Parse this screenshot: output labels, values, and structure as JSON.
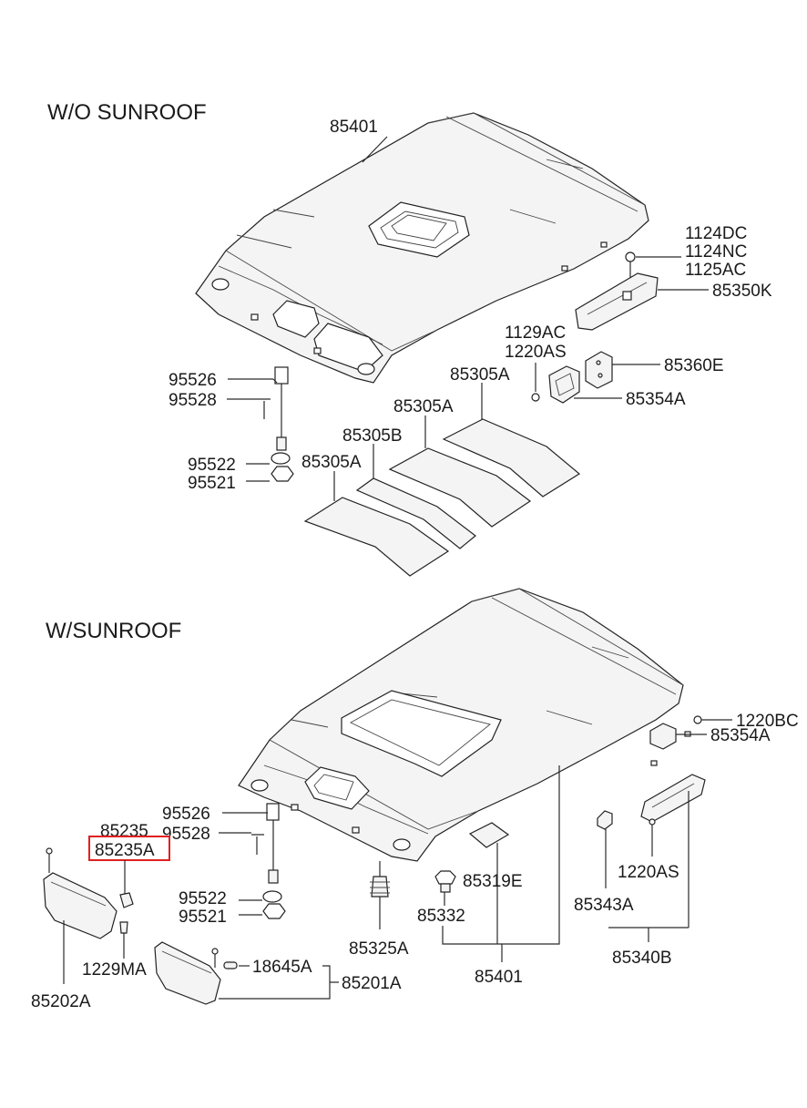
{
  "sections": {
    "wo_sunroof": "W/O SUNROOF",
    "w_sunroof": "W/SUNROOF"
  },
  "top": {
    "headlining": "85401",
    "bolt1": "1124DC",
    "bolt2": "1124NC",
    "bolt3": "1125AC",
    "bracket": "85350K",
    "screw1": "1129AC",
    "screw2": "1220AS",
    "holder_e": "85360E",
    "holder_a": "85354A",
    "pad_a1": "85305A",
    "pad_a2": "85305A",
    "pad_b": "85305B",
    "pad_a3": "85305A",
    "lamp_26": "95526",
    "lamp_28": "95528",
    "lamp_22": "95522",
    "lamp_21": "95521"
  },
  "bottom": {
    "bolt_bc": "1220BC",
    "holder_a": "85354A",
    "lamp_26": "95526",
    "holder_235": "85235",
    "lamp_28": "95528",
    "holder_235a": "85235A",
    "lamp_22": "95522",
    "lamp_21": "95521",
    "screw_ma": "1229MA",
    "visor_left": "85202A",
    "clip_325a": "85325A",
    "pad_319e": "85319E",
    "clip_332": "85332",
    "headlining": "85401",
    "screw_as": "1220AS",
    "cap_343a": "85343A",
    "handle_340b": "85340B",
    "bulb": "18645A",
    "visor_right": "85201A"
  },
  "highlight_color": "#e02020"
}
